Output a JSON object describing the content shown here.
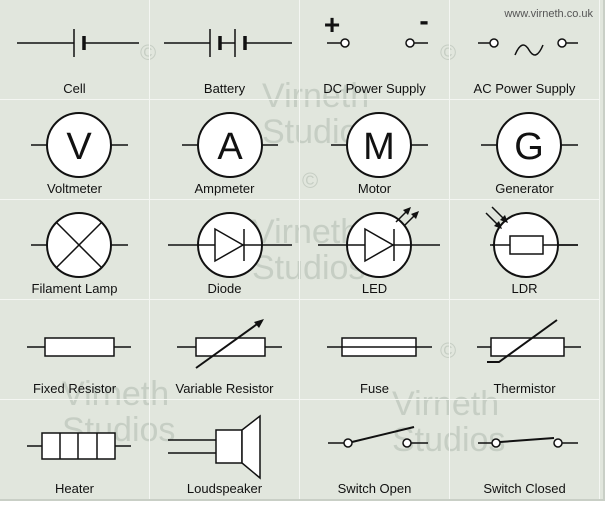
{
  "credit": "www.virneth.co.uk",
  "watermark": [
    "Virneth",
    "Studios",
    "©"
  ],
  "symbols": [
    {
      "id": "cell",
      "label": "Cell"
    },
    {
      "id": "battery",
      "label": "Battery"
    },
    {
      "id": "dc-power-supply",
      "label": "DC Power Supply",
      "plus": "+",
      "minus": "-"
    },
    {
      "id": "ac-power-supply",
      "label": "AC Power Supply"
    },
    {
      "id": "voltmeter",
      "label": "Voltmeter",
      "letter": "V"
    },
    {
      "id": "ammeter",
      "label": "Ampmeter",
      "letter": "A"
    },
    {
      "id": "motor",
      "label": "Motor",
      "letter": "M"
    },
    {
      "id": "generator",
      "label": "Generator",
      "letter": "G"
    },
    {
      "id": "filament-lamp",
      "label": "Filament Lamp"
    },
    {
      "id": "diode",
      "label": "Diode"
    },
    {
      "id": "led",
      "label": "LED"
    },
    {
      "id": "ldr",
      "label": "LDR"
    },
    {
      "id": "fixed-resistor",
      "label": "Fixed Resistor"
    },
    {
      "id": "variable-resistor",
      "label": "Variable Resistor"
    },
    {
      "id": "fuse",
      "label": "Fuse"
    },
    {
      "id": "thermistor",
      "label": "Thermistor"
    },
    {
      "id": "heater",
      "label": "Heater"
    },
    {
      "id": "loudspeaker",
      "label": "Loudspeaker"
    },
    {
      "id": "switch-open",
      "label": "Switch Open"
    },
    {
      "id": "switch-closed",
      "label": "Switch Closed"
    }
  ]
}
